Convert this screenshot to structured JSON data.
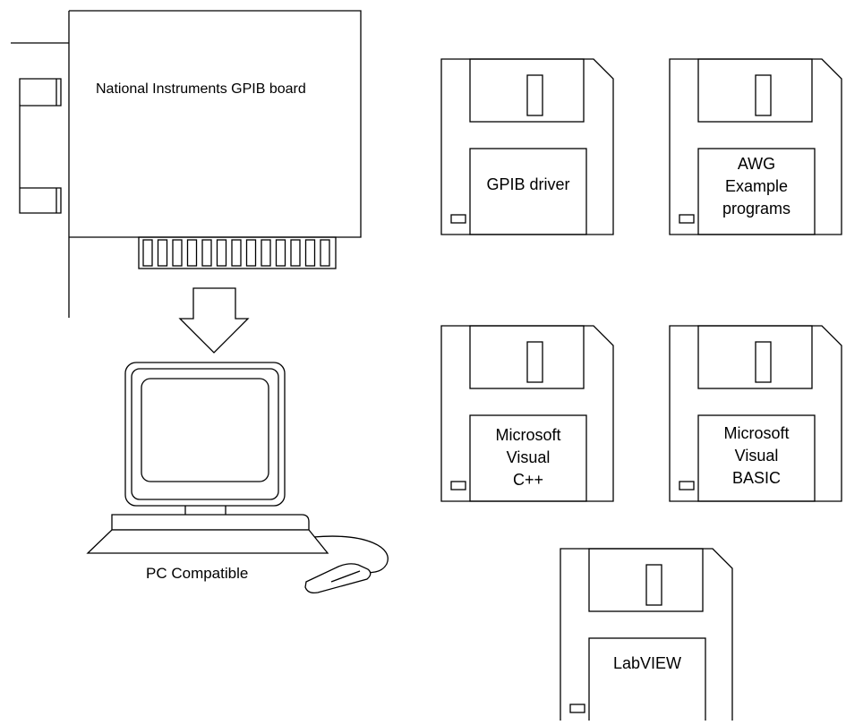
{
  "board": {
    "label": "National Instruments GPIB board"
  },
  "computer": {
    "label": "PC Compatible"
  },
  "disks": [
    {
      "id": "gpib-driver",
      "lines": [
        "GPIB driver"
      ]
    },
    {
      "id": "awg-example-programs",
      "lines": [
        "AWG",
        "Example",
        "programs"
      ]
    },
    {
      "id": "visual-cpp",
      "lines": [
        "Microsoft",
        "Visual",
        "C++"
      ]
    },
    {
      "id": "visual-basic",
      "lines": [
        "Microsoft",
        "Visual",
        "BASIC"
      ]
    },
    {
      "id": "labview",
      "lines": [
        "LabVIEW"
      ]
    }
  ],
  "colors": {
    "line": "#000000",
    "background": "#ffffff"
  }
}
